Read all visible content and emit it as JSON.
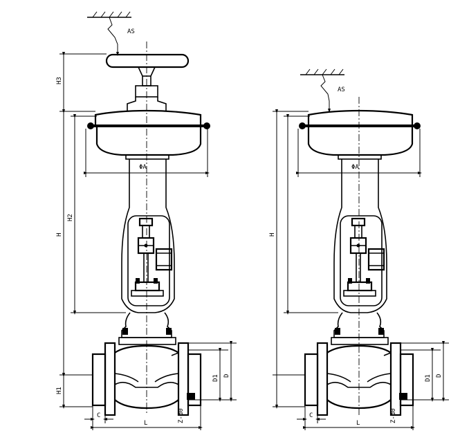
{
  "left": {
    "air_label": "AS",
    "phi_label": "ΦA",
    "h3_label": "H3",
    "h_label": "H",
    "h2_label": "H2",
    "h1_label": "H1",
    "d1_label": "D1",
    "d_label": "D",
    "c_label": "C",
    "l_label": "L",
    "zd0_label": "Z-d0"
  },
  "right": {
    "air_label": "AS",
    "phi_label": "ΦA",
    "h_label": "H",
    "d1_label": "D1",
    "d_label": "D",
    "c_label": "C",
    "l_label": "L",
    "zd0_label": "Z-d0"
  }
}
